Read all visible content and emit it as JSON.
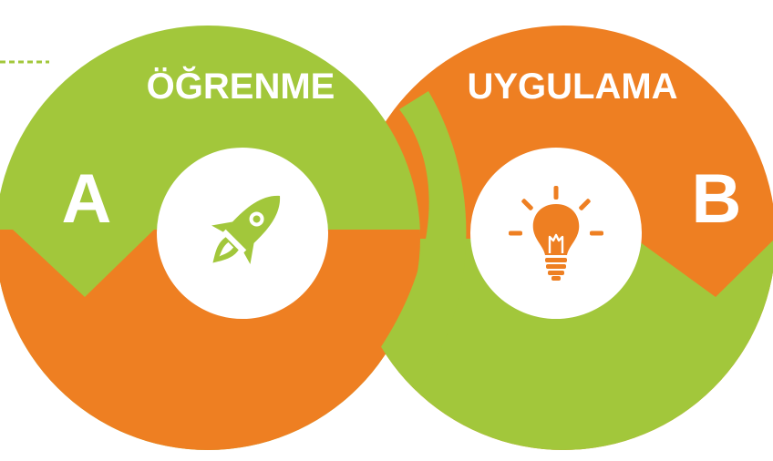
{
  "colors": {
    "green": "#a2c73b",
    "orange": "#ee7f22",
    "white": "#ffffff",
    "dash": "#a2c73b"
  },
  "left_circle": {
    "title": "ÖĞRENME",
    "letter": "A",
    "icon": "rocket-icon"
  },
  "right_circle": {
    "title": "UYGULAMA",
    "letter": "B",
    "icon": "lightbulb-icon"
  }
}
